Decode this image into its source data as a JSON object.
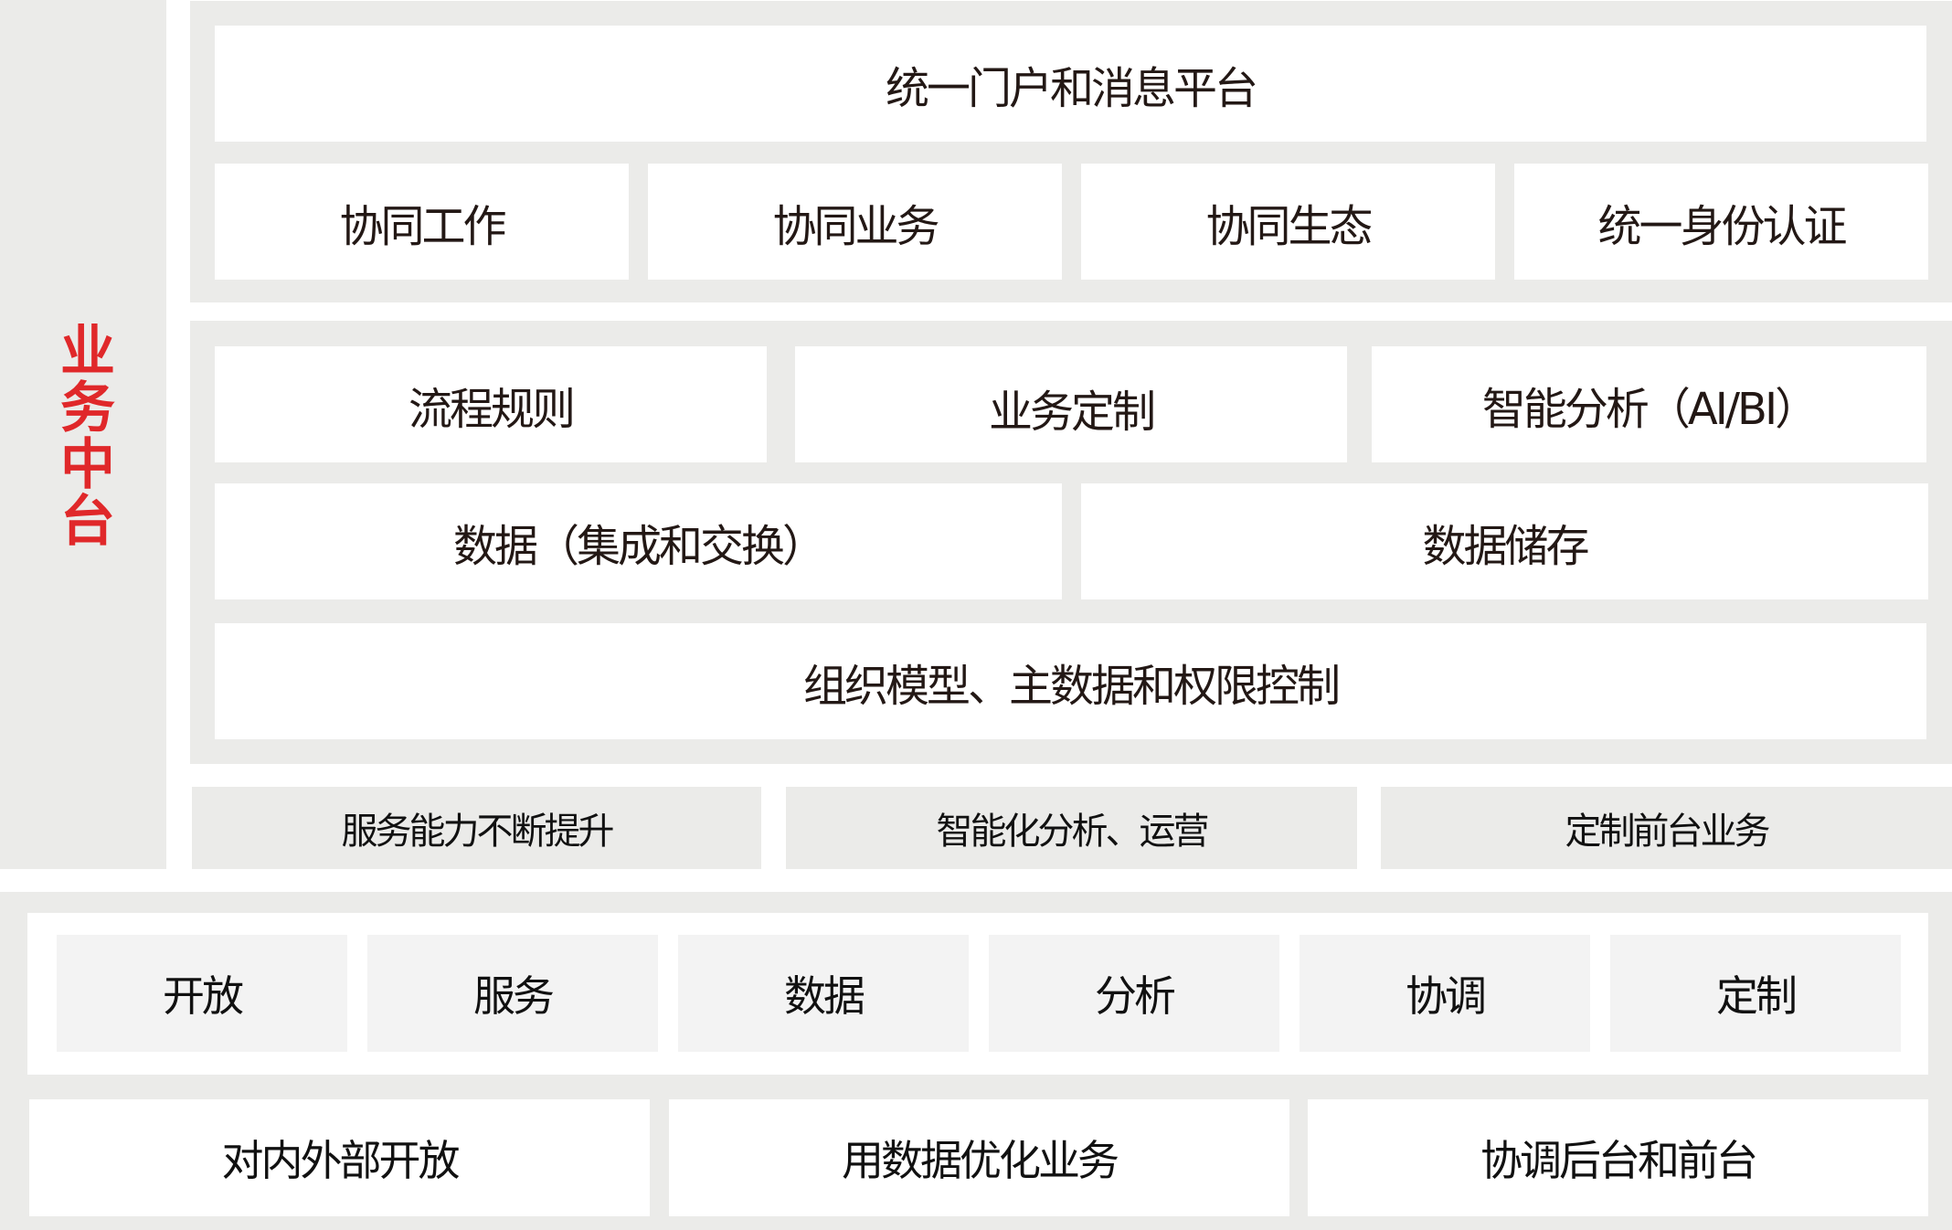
{
  "sidebar": {
    "label": "业务中台",
    "label_color": "#e0282a"
  },
  "colors": {
    "container_gray": "#ebebe9",
    "box_white": "#ffffff",
    "cell_light": "#f3f3f3",
    "text": "#231815",
    "accent_red": "#e0282a"
  },
  "top_section": {
    "title": "统一门户和消息平台",
    "row": [
      "协同工作",
      "协同业务",
      "协同生态",
      "统一身份认证"
    ]
  },
  "middle_section": {
    "row1": [
      "流程规则",
      "业务定制",
      "智能分析（AI/BI）"
    ],
    "row2": [
      "数据（集成和交换）",
      "数据储存"
    ],
    "row3": "组织模型、主数据和权限控制"
  },
  "capability_row": [
    "服务能力不断提升",
    "智能化分析、运营",
    "定制前台业务"
  ],
  "bottom_section": {
    "keywords": [
      "开放",
      "服务",
      "数据",
      "分析",
      "协调",
      "定制"
    ],
    "outcomes": [
      "对内外部开放",
      "用数据优化业务",
      "协调后台和前台"
    ]
  }
}
